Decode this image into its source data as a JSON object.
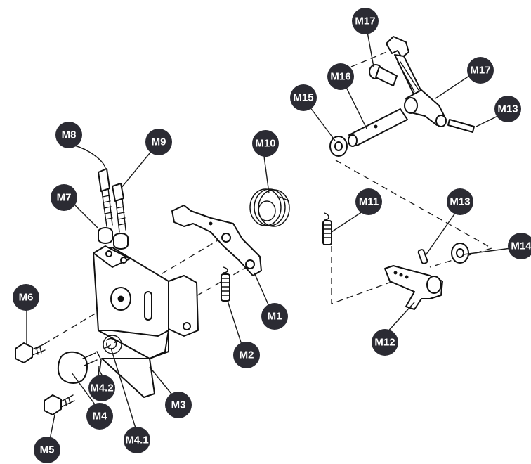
{
  "labels": {
    "m1": "M1",
    "m2": "M2",
    "m3": "M3",
    "m4": "M4",
    "m4_1": "M4.1",
    "m4_2": "M4.2",
    "m5": "M5",
    "m6": "M6",
    "m7": "M7",
    "m8": "M8",
    "m9": "M9",
    "m10": "M10",
    "m11": "M11",
    "m12": "M12",
    "m13_top": "M13",
    "m13_mid": "M13",
    "m14": "M14",
    "m15": "M15",
    "m16": "M16",
    "m17_top": "M17",
    "m17_right": "M17"
  },
  "colors": {
    "badge": "#2b2b33",
    "badge_text": "#ffffff",
    "ink": "#111111",
    "background": "#ffffff"
  }
}
